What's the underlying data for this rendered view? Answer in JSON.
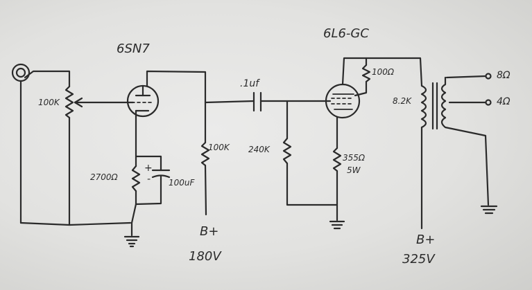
{
  "tubes": {
    "preamp": "6SN7",
    "output": "6L6-GC"
  },
  "components": {
    "volume_pot": "100K",
    "cathode_resistor": "2700Ω",
    "cathode_cap": "100uF",
    "plate_resistor": "100K",
    "coupling_cap": ".1uf",
    "grid_resistor": "240K",
    "screen_resistor": "100Ω",
    "output_cathode_resistor": "355Ω",
    "output_cathode_wattage": "5W",
    "transformer_primary": "8.2K",
    "tap_8": "8Ω",
    "tap_4": "4Ω"
  },
  "supply": {
    "b_plus_1": "B+",
    "b_plus_1_voltage": "180V",
    "b_plus_2": "B+",
    "b_plus_2_voltage": "325V"
  },
  "cap_polarity": {
    "plus": "+",
    "minus": "-"
  }
}
